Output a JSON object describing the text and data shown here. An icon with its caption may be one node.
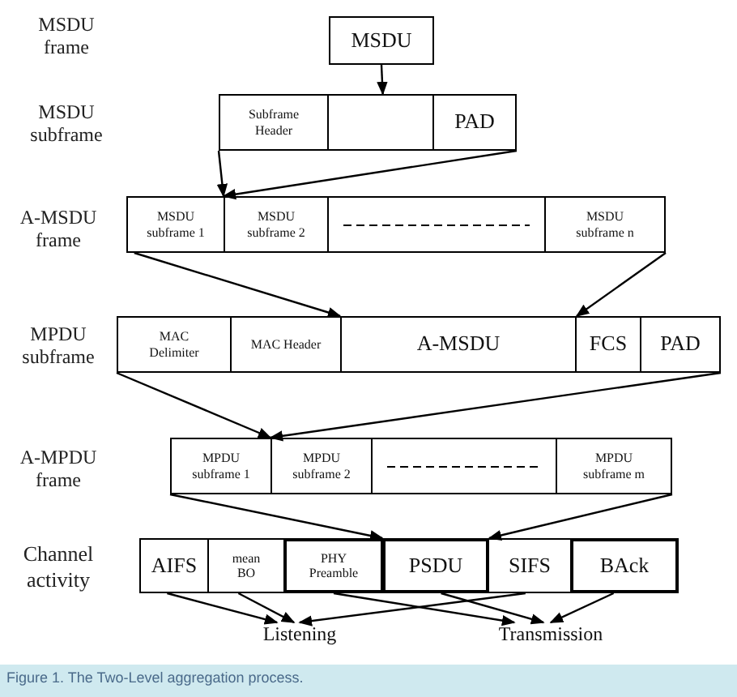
{
  "diagram": {
    "caption": "Figure 1. The Two-Level aggregation process.",
    "nodes": [
      {
        "text": [
          "MSDU"
        ]
      },
      {
        "text": [
          "Subframe Header"
        ]
      },
      {
        "text": [],
        "shape": "box"
      },
      {
        "text": [
          "PAD"
        ]
      },
      {
        "text": [
          "MSDU subframe 1"
        ]
      },
      {
        "text": [
          "MSDU subframe 2"
        ]
      },
      {
        "text": [],
        "shape": "box"
      },
      {
        "text": [
          "MSDU subframe n"
        ]
      },
      {
        "text": [
          "MAC Delimiter"
        ]
      },
      {
        "text": [
          "MAC Header"
        ]
      },
      {
        "text": [
          "A-MSDU"
        ]
      },
      {
        "text": [
          "FCS"
        ]
      },
      {
        "text": [
          "PAD"
        ]
      },
      {
        "text": [
          "MPDU subframe 1"
        ]
      },
      {
        "text": [
          "MPDU subframe 2"
        ]
      },
      {
        "text": [],
        "shape": "box"
      },
      {
        "text": [
          "MPDU subframe m"
        ]
      },
      {
        "text": [
          "AIFS"
        ]
      },
      {
        "text": [
          "mean BO"
        ]
      },
      {
        "text": [
          "PHY Preamble"
        ]
      },
      {
        "text": [
          "PSDU"
        ]
      },
      {
        "text": [
          "SIFS"
        ]
      },
      {
        "text": [
          "BAck"
        ]
      },
      {
        "text": [
          "Listening"
        ]
      },
      {
        "text": [
          "Transmission"
        ]
      }
    ],
    "edges": [
      {
        "from": 0,
        "to": 2,
        "arrow": "to"
      },
      {
        "from": 1,
        "to": 5,
        "arrow": "to"
      },
      {
        "from": 3,
        "to": 5,
        "arrow": "to"
      },
      {
        "from": 4,
        "to": 10,
        "arrow": "to"
      },
      {
        "from": 7,
        "to": 10,
        "arrow": "to"
      },
      {
        "from": 8,
        "to": 14,
        "arrow": "to"
      },
      {
        "from": 12,
        "to": 14,
        "arrow": "to"
      },
      {
        "from": 13,
        "to": 20,
        "arrow": "to"
      },
      {
        "from": 16,
        "to": 20,
        "arrow": "to"
      },
      {
        "from": 17,
        "to": 23,
        "arrow": "to"
      },
      {
        "from": 18,
        "to": 23,
        "arrow": "to"
      },
      {
        "from": 21,
        "to": 23,
        "arrow": "to"
      },
      {
        "from": 19,
        "to": 24,
        "arrow": "to"
      },
      {
        "from": 20,
        "to": 24,
        "arrow": "to"
      },
      {
        "from": 22,
        "to": 24,
        "arrow": "to"
      }
    ],
    "labels": [
      "MSDU frame",
      "MSDU subframe",
      "A-MSDU frame",
      "MPDU subframe",
      "A-MPDU frame",
      "Channel activity"
    ]
  }
}
